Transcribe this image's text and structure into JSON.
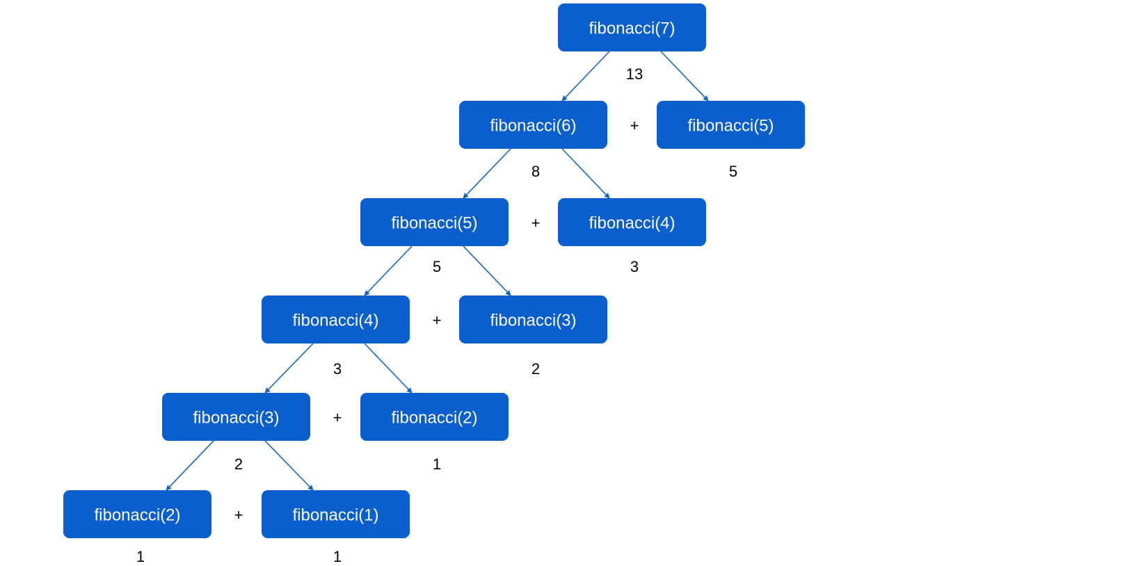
{
  "colors": {
    "node_fill": "#0a5fcd",
    "node_text": "#ffffff",
    "edge": "#1565c0",
    "value_text": "#000000"
  },
  "nodes": {
    "f7": {
      "label": "fibonacci(7)",
      "value": "13"
    },
    "f6": {
      "label": "fibonacci(6)",
      "value": "8"
    },
    "f5a": {
      "label": "fibonacci(5)",
      "value": "5"
    },
    "f5b": {
      "label": "fibonacci(5)",
      "value": "5"
    },
    "f4a": {
      "label": "fibonacci(4)",
      "value": "3"
    },
    "f4b": {
      "label": "fibonacci(4)",
      "value": "3"
    },
    "f3a": {
      "label": "fibonacci(3)",
      "value": "2"
    },
    "f3b": {
      "label": "fibonacci(3)",
      "value": "2"
    },
    "f2a": {
      "label": "fibonacci(2)",
      "value": "1"
    },
    "f2b": {
      "label": "fibonacci(2)",
      "value": "1"
    },
    "f1": {
      "label": "fibonacci(1)",
      "value": "1"
    }
  },
  "edges": [
    {
      "from": "f7",
      "to": "f6"
    },
    {
      "from": "f7",
      "to": "f5b"
    },
    {
      "from": "f6",
      "to": "f5a"
    },
    {
      "from": "f6",
      "to": "f4b"
    },
    {
      "from": "f5a",
      "to": "f4a"
    },
    {
      "from": "f5a",
      "to": "f3b"
    },
    {
      "from": "f4a",
      "to": "f3a"
    },
    {
      "from": "f4a",
      "to": "f2b"
    },
    {
      "from": "f3a",
      "to": "f2a"
    },
    {
      "from": "f3a",
      "to": "f1"
    }
  ],
  "plus_symbol": "+"
}
